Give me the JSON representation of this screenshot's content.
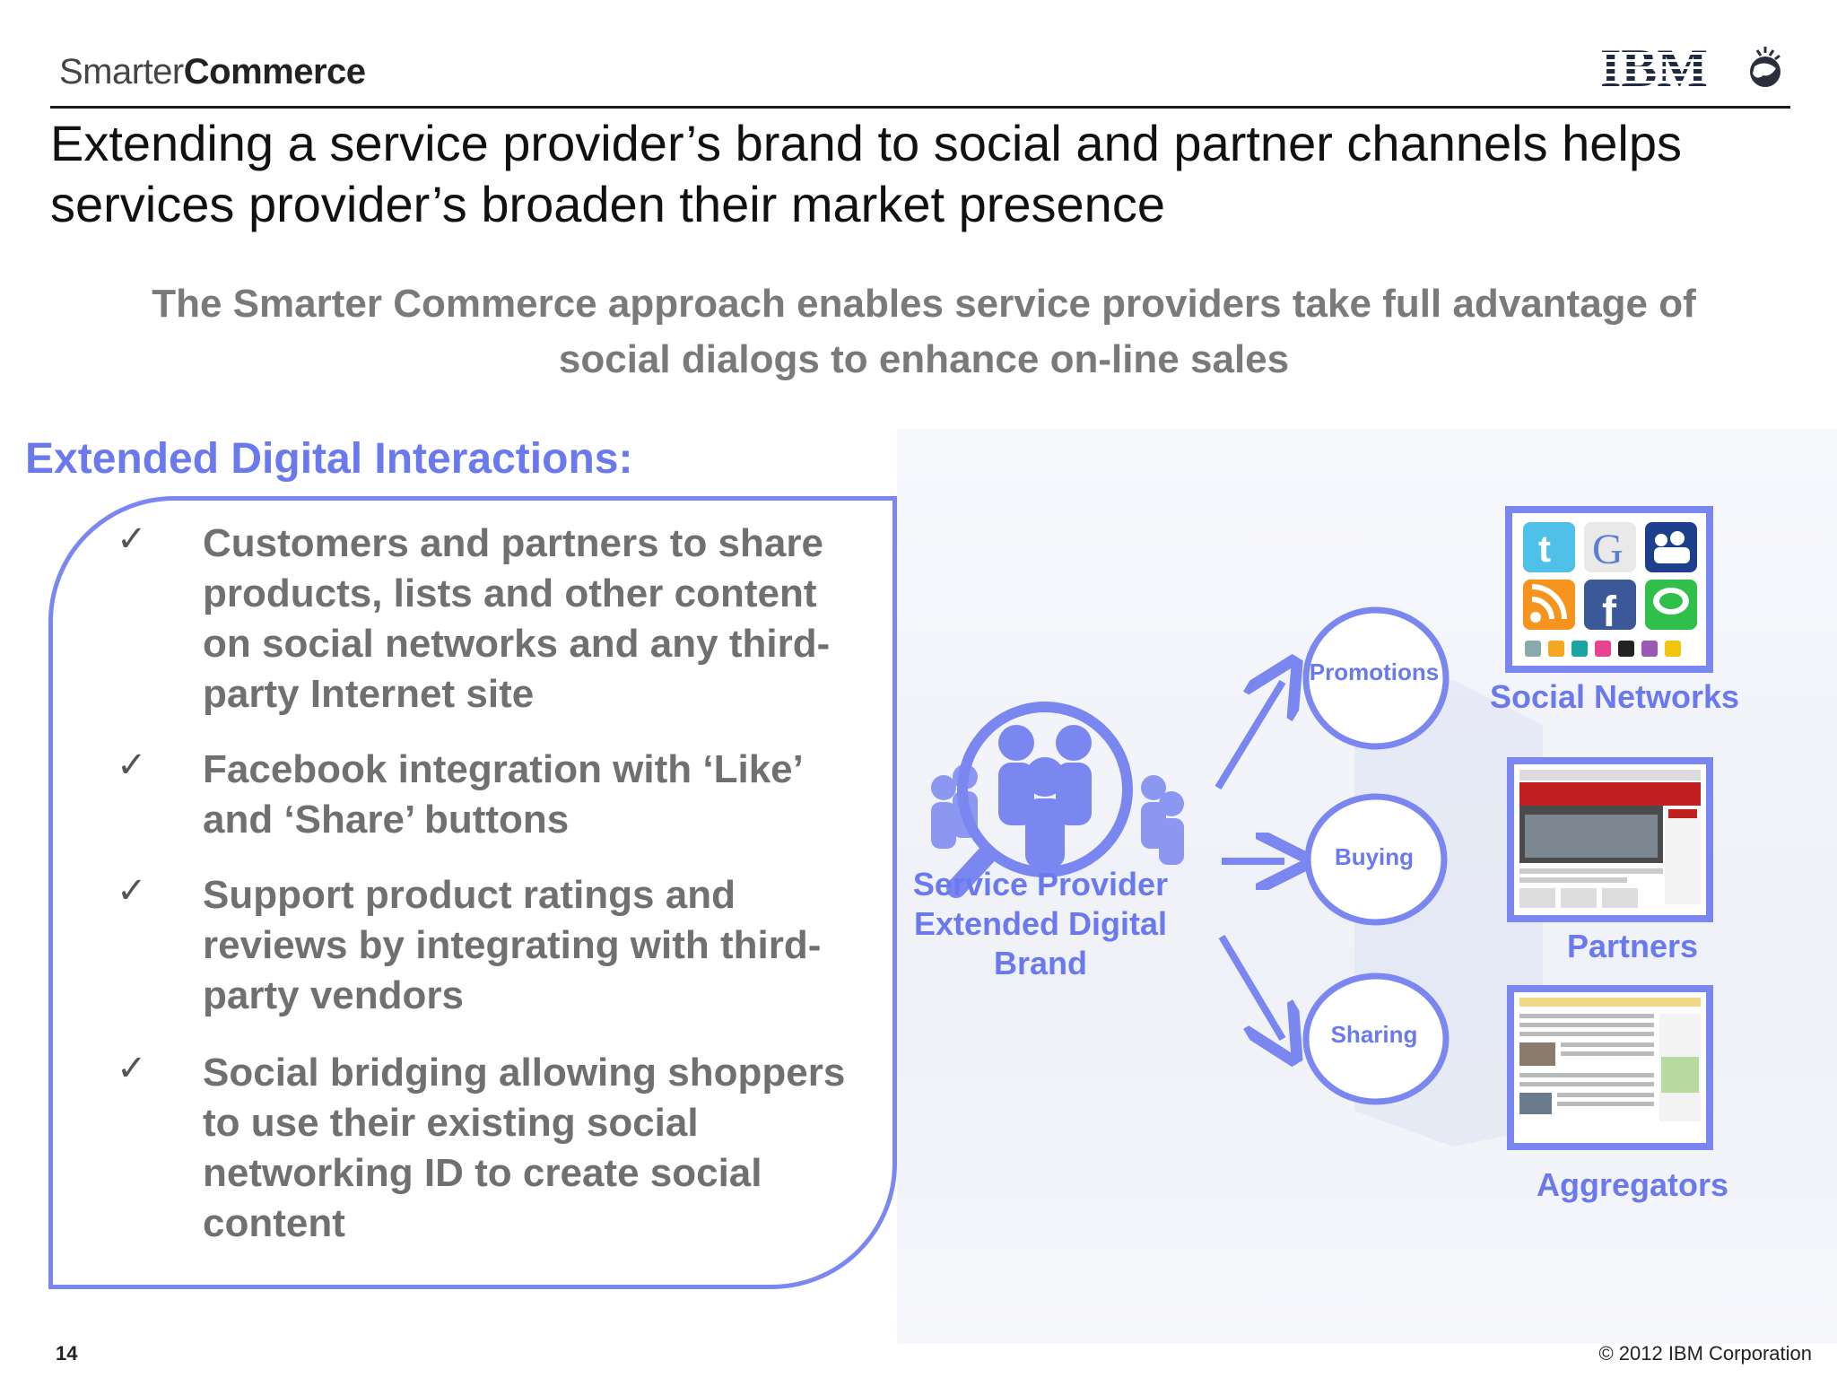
{
  "header": {
    "brand_light": "Smarter",
    "brand_bold": "Commerce",
    "logo_text": "IBM"
  },
  "title": "Extending a service provider’s brand to social and partner channels helps services provider’s broaden their market presence",
  "subtitle_line1": "The Smarter Commerce approach enables service providers take full advantage of",
  "subtitle_line2": "social dialogs to enhance on-line sales",
  "section": {
    "heading": "Extended Digital Interactions:",
    "check_glyph": "✓",
    "bullets": [
      "Customers and partners to share products, lists and other content on social networks and any third-party Internet site",
      "Facebook integration with ‘Like’ and ‘Share’ buttons",
      "Support product ratings and reviews by integrating with third-party vendors",
      "Social bridging allowing shoppers to use their existing social networking ID to create social content"
    ]
  },
  "diagram": {
    "brand_caption_line1": "Service Provider",
    "brand_caption_line2": "Extended Digital",
    "brand_caption_line3": "Brand",
    "actions": [
      "Promotions",
      "Buying",
      "Sharing"
    ],
    "channels": [
      "Social Networks",
      "Partners",
      "Aggregators"
    ],
    "accent_color": "#6b79ee",
    "icons": [
      "people-group-icon",
      "arrow-icon",
      "social-media-icons-grid",
      "partner-website-thumbnail",
      "aggregator-website-thumbnail"
    ]
  },
  "footer": {
    "page_number": "14",
    "copyright": "© 2012 IBM Corporation"
  }
}
